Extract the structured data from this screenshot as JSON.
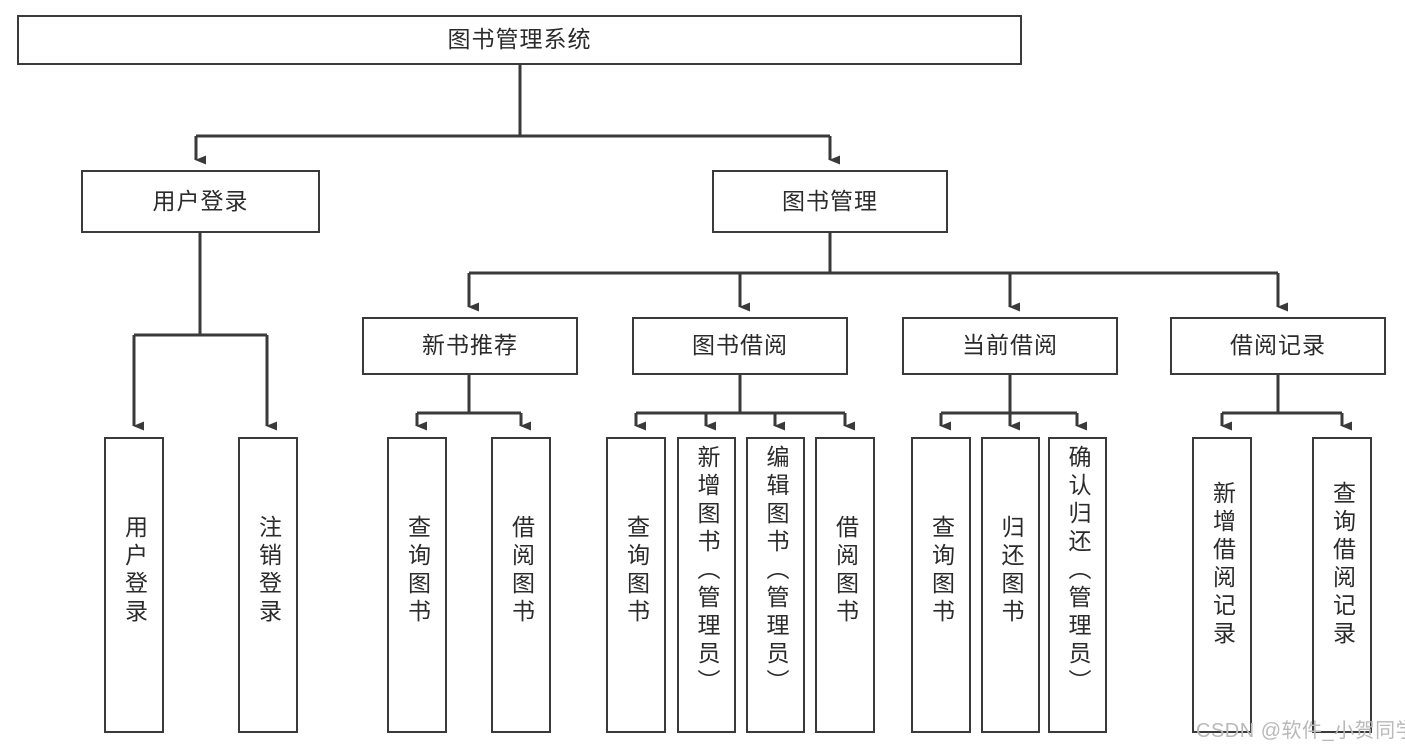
{
  "diagram": {
    "title": "图书管理系统",
    "type": "tree-hierarchy",
    "root": {
      "label": "图书管理系统"
    },
    "level2": [
      {
        "label": "用户登录"
      },
      {
        "label": "图书管理"
      }
    ],
    "level3": [
      {
        "label": "新书推荐",
        "parent": "图书管理"
      },
      {
        "label": "图书借阅",
        "parent": "图书管理"
      },
      {
        "label": "当前借阅",
        "parent": "图书管理"
      },
      {
        "label": "借阅记录",
        "parent": "图书管理"
      }
    ],
    "leaves": [
      {
        "label": "用户登录",
        "parent": "用户登录"
      },
      {
        "label": "注销登录",
        "parent": "用户登录"
      },
      {
        "label": "查询图书",
        "parent": "新书推荐"
      },
      {
        "label": "借阅图书",
        "parent": "新书推荐"
      },
      {
        "label": "查询图书",
        "parent": "图书借阅"
      },
      {
        "label": "新增图书（管理员）",
        "parent": "图书借阅"
      },
      {
        "label": "编辑图书（管理员）",
        "parent": "图书借阅"
      },
      {
        "label": "借阅图书",
        "parent": "图书借阅"
      },
      {
        "label": "查询图书",
        "parent": "当前借阅"
      },
      {
        "label": "归还图书",
        "parent": "当前借阅"
      },
      {
        "label": "确认归还（管理员）",
        "parent": "当前借阅"
      },
      {
        "label": "新增借阅记录",
        "parent": "借阅记录"
      },
      {
        "label": "查询借阅记录",
        "parent": "借阅记录"
      }
    ],
    "colors": {
      "stroke": "#3a3a3a",
      "fill": "#ffffff",
      "text": "#2b2b2b",
      "watermark": "#b9b9b9"
    }
  },
  "watermark": {
    "text": "CSDN @软件_小贺同学"
  }
}
